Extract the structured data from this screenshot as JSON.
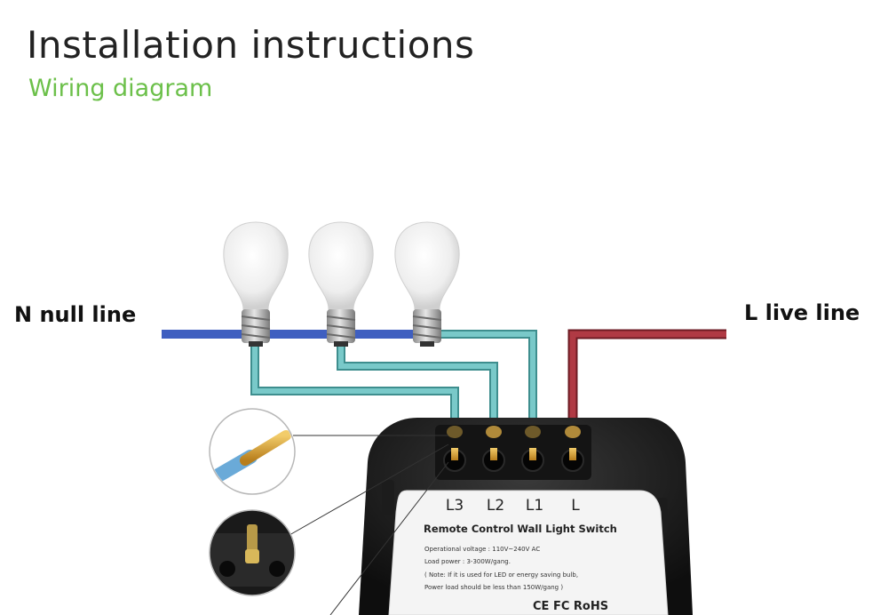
{
  "header": {
    "title": "Installation instructions",
    "subtitle": "Wiring diagram"
  },
  "wires": {
    "neutral_label": "N null line",
    "live_label": "L live line",
    "neutral_color": "#3f5fc0",
    "live_color": "#b03a44",
    "load_color": "#6fc0c0",
    "copper_color": "#d9a436"
  },
  "bulbs": [
    {
      "name": "bulb-1"
    },
    {
      "name": "bulb-2"
    },
    {
      "name": "bulb-3"
    }
  ],
  "switch": {
    "terminals": [
      "L3",
      "L2",
      "L1",
      "L"
    ],
    "product_name": "Remote Control Wall Light Switch",
    "spec_lines": [
      "Operational voltage : 110V~240V AC",
      "Load power : 3-300W/gang.",
      "( Note: If it is used for LED or energy saving bulb,",
      "Power load should be less than 150W/gang )"
    ],
    "cert_marks": "CE FC RoHS"
  },
  "callouts": [
    {
      "name": "stripped-wire-closeup"
    },
    {
      "name": "screw-terminal-closeup"
    }
  ]
}
